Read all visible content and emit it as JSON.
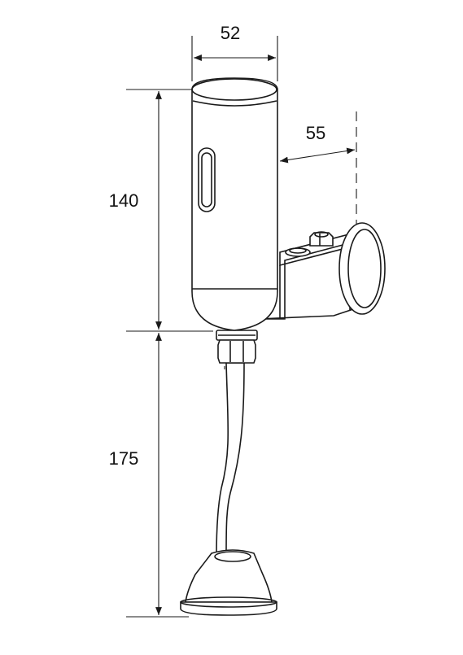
{
  "dimensions": {
    "top_width": "52",
    "wall_offset": "55",
    "body_height": "140",
    "pipe_height": "175"
  },
  "colors": {
    "line": "#1a1a1a",
    "background": "#ffffff"
  }
}
